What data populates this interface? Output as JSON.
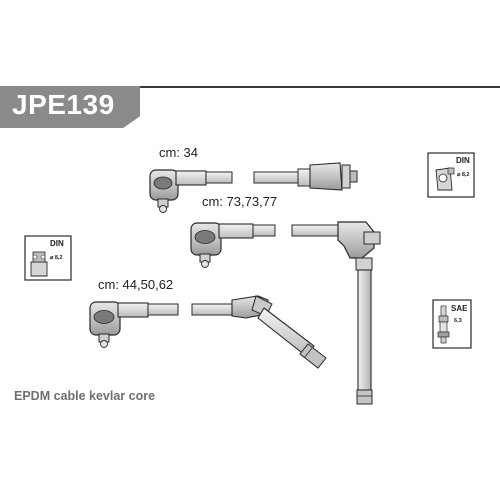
{
  "product": {
    "code": "JPE139"
  },
  "cables": [
    {
      "label": "cm: 34"
    },
    {
      "label": "cm: 73,73,77"
    },
    {
      "label": "cm: 44,50,62"
    }
  ],
  "badges": {
    "din_top": {
      "title": "DIN",
      "spec": "⌀ 8,2"
    },
    "din_left": {
      "title": "DIN",
      "spec": "⌀ 8,2"
    },
    "sae_right": {
      "title": "SAE",
      "spec": "6,3"
    }
  },
  "footer": {
    "text": "EPDM cable kevlar core"
  },
  "colors": {
    "title_box": "#8a8a8a",
    "cable_fill": "#e6e6e6",
    "boot_fill": "#d0d0d0",
    "outline": "#2a2a2a",
    "footer_text": "#6f6f6f"
  }
}
